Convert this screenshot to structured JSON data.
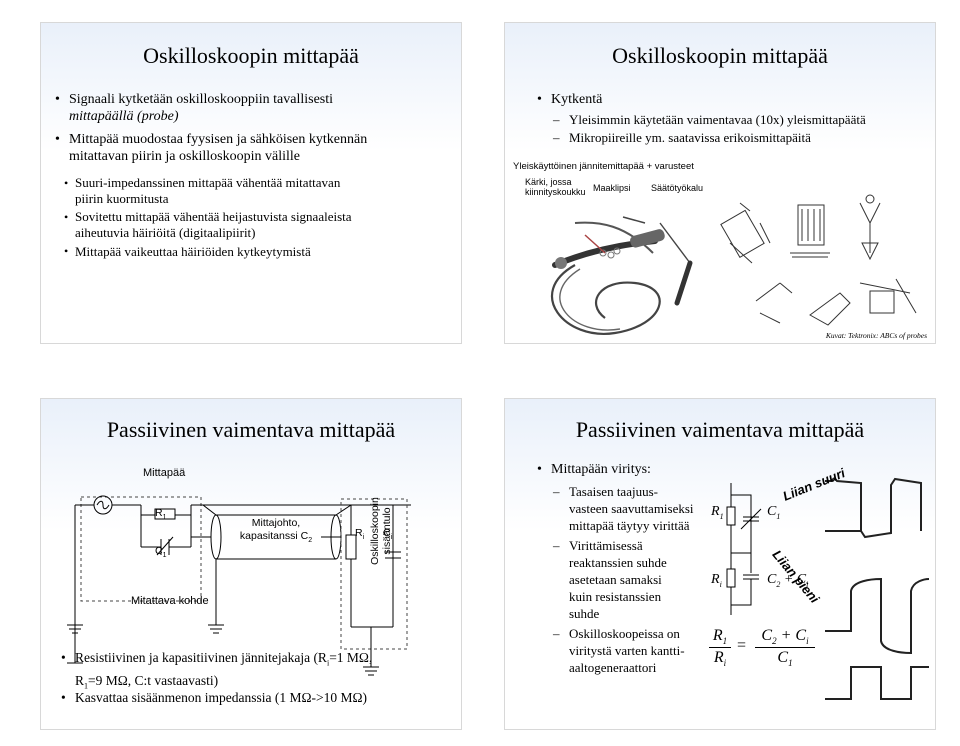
{
  "slide1": {
    "title": "Oskilloskoopin mittapää",
    "b1_line1": "Signaali kytketään oskilloskooppiin tavallisesti",
    "b1_line2": "mittapäällä (probe)",
    "b2_line1": "Mittapää muodostaa fyysisen ja sähköisen kytkennän",
    "b2_line2": "mitattavan piirin ja oskilloskoopin välille",
    "sub1_line1": "Suuri-impedanssinen mittapää vähentää mitattavan",
    "sub1_line2": "piirin kuormitusta",
    "sub2_line1": "Sovitettu mittapää vähentää heijastuvista signaaleista",
    "sub2_line2": "aiheutuvia häiriöitä (digitaalipiirit)",
    "sub3": "Mittapää vaikeuttaa häiriöiden kytkeytymistä"
  },
  "slide2": {
    "title": "Oskilloskoopin mittapää",
    "bullet": "Kytkentä",
    "dash1": "Yleisimmin käytetään vaimentavaa (10x) yleismittapäätä",
    "dash2": "Mikropiireille ym. saatavissa erikoismittapäitä",
    "photo_caption": "Yleiskäyttöinen jännitemittapää + varusteet",
    "label_tip_1": "Kärki, jossa",
    "label_tip_2": "kiinnityskoukku",
    "label_clip": "Maaklipsi",
    "label_tool": "Säätötyökalu",
    "credit": "Kuvat: Tektronix: ABCs of probes"
  },
  "slide3": {
    "title": "Passiivinen vaimentava mittapää",
    "probe_label": "Mittapää",
    "r1": "R",
    "r1_sub": "1",
    "c1": "C",
    "c1_sub": "1",
    "cable_label_1": "Mittajohto,",
    "cable_label_2": "kapasitanssi C",
    "cable_sub": "2",
    "ri": "R",
    "ri_sub": "i",
    "ci": "C",
    "ci_sub": "i",
    "scope_label_1": "Oskilloskoopin",
    "scope_label_2": "sisääntulo",
    "target_label": "Mitattava kohde",
    "bullet1_line1": "Resistiivinen ja kapasitiivinen jännitejakaja (R",
    "bullet1_line1_sub": "i",
    "bullet1_line1_end": "=1 MΩ,",
    "bullet1_line2": "R",
    "bullet1_line2_sub": "1",
    "bullet1_line2_end": "=9 MΩ, C:t vastaavasti)",
    "bullet2": "Kasvattaa sisäänmenon impedanssia (1 MΩ->10 MΩ)"
  },
  "slide4": {
    "title": "Passiivinen vaimentava mittapää",
    "bullet": "Mittapään viritys:",
    "d1_l1": "Tasaisen taajuus-",
    "d1_l2": "vasteen saavuttamiseksi",
    "d1_l3": "mittapää täytyy virittää",
    "d2_l1": "Virittämisessä",
    "d2_l2": "reaktanssien suhde",
    "d2_l3": "asetetaan samaksi",
    "d2_l4": "kuin resistanssien",
    "d2_l5": "suhde",
    "d3_l1": "Oskilloskoopeissa on",
    "d3_l2": "viritystä varten kantti-",
    "d3_l3": "aaltogeneraattori",
    "r1": "R",
    "r1_sub": "1",
    "c1": "C",
    "c1_sub": "1",
    "ri": "R",
    "ri_sub": "i",
    "c2ci": "C",
    "c2ci_sub": "2",
    "c2ci_plus": "+ C",
    "c2ci_sub2": "i",
    "eq_lhs_num": "R",
    "eq_lhs_num_sub": "1",
    "eq_lhs_den": "R",
    "eq_lhs_den_sub": "i",
    "eq_sign": "=",
    "eq_rhs_num": "C",
    "eq_rhs_num_sub": "2",
    "eq_rhs_num_plus": "+ C",
    "eq_rhs_num_sub2": "i",
    "eq_rhs_den": "C",
    "eq_rhs_den_sub": "1",
    "wave_label_high": "Liian suuri",
    "wave_label_low": "Liian pieni"
  }
}
